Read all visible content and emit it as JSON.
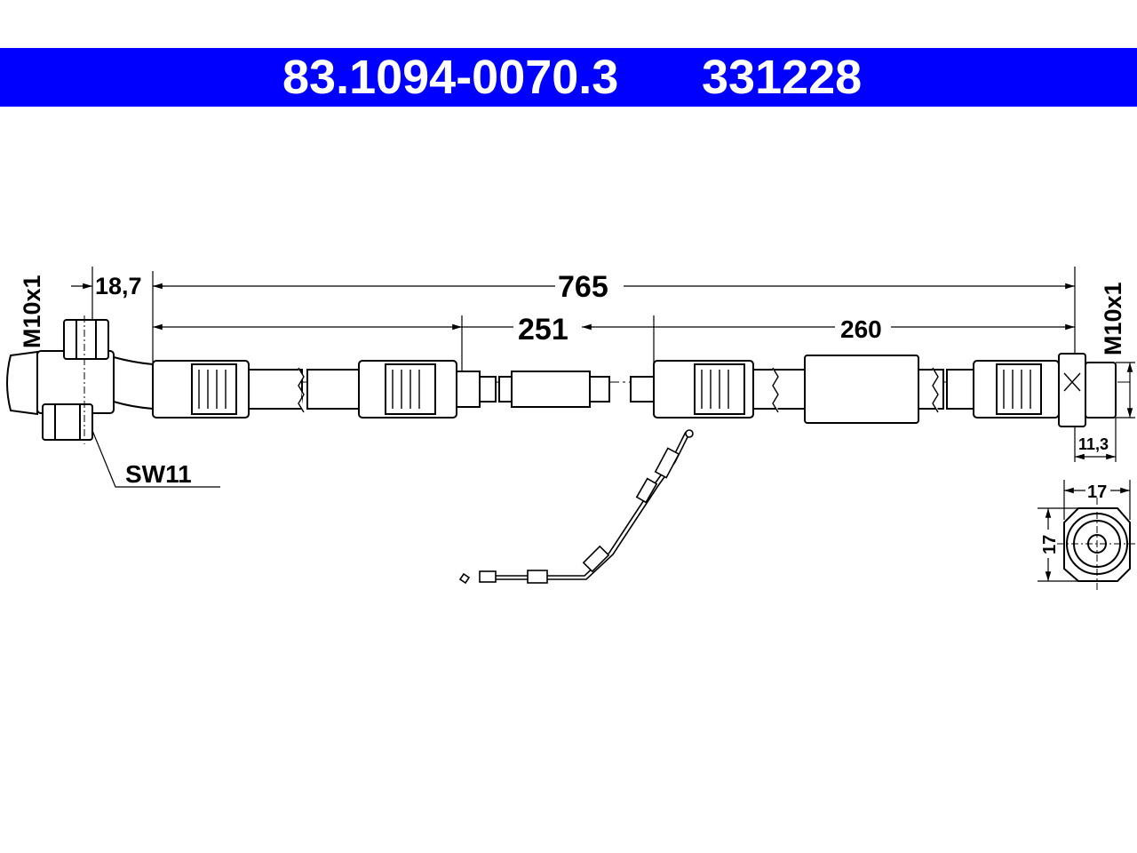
{
  "header": {
    "part_number": "83.1094-0070.3",
    "ref_number": "331228",
    "background_color": "#0000ff",
    "text_color": "#ffffff"
  },
  "dimensions": {
    "total_length": "765",
    "segment_1": "251",
    "segment_2": "260",
    "offset_left": "18,7",
    "thread_left": "M10x1",
    "thread_right": "M10x1",
    "wrench_size": "SW11",
    "end_length": "11,3",
    "hex_width": "17",
    "hex_height": "17"
  }
}
